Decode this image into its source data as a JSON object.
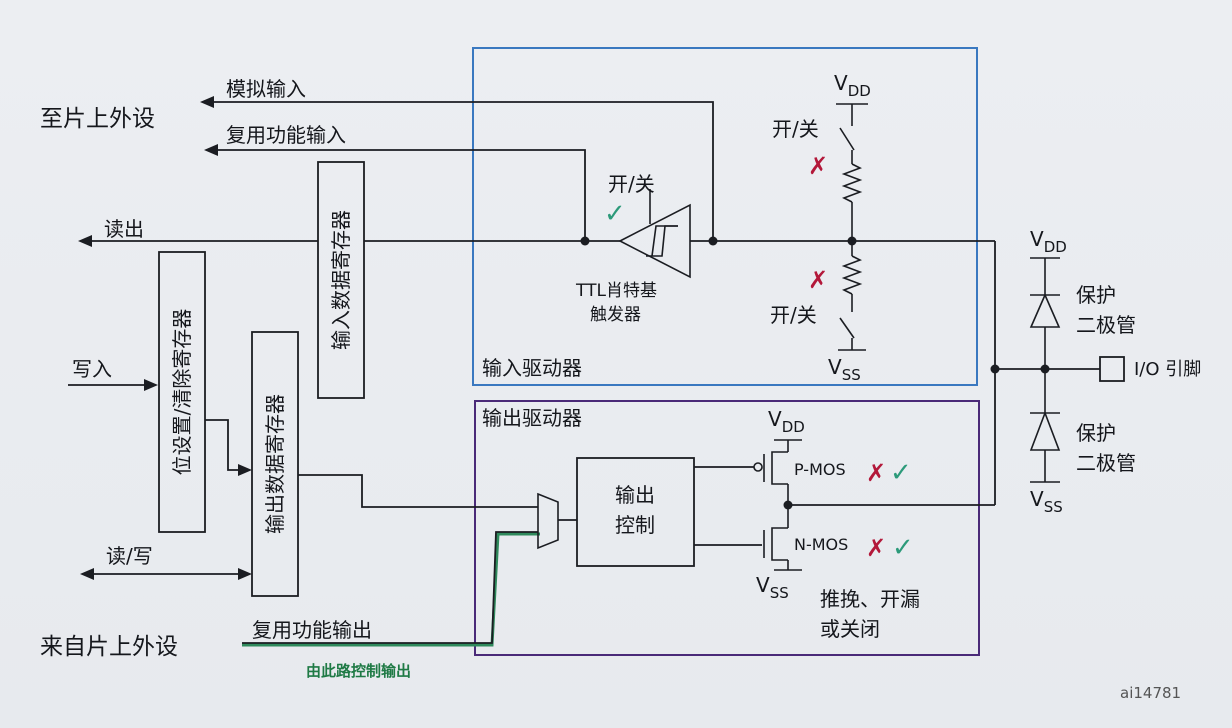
{
  "labels": {
    "to_peripheral": "至片上外设",
    "analog_input": "模拟输入",
    "alt_func_input": "复用功能输入",
    "read_out": "读出",
    "write_in": "写入",
    "read_write": "读/写",
    "from_peripheral": "来自片上外设",
    "alt_func_output": "复用功能输出",
    "green_note": "由此路控制输出",
    "input_data_register": "输入数据寄存器",
    "bit_set_reset_register": "位设置/清除寄存器",
    "output_data_register": "输出数据寄存器",
    "input_driver": "输入驱动器",
    "output_driver": "输出驱动器",
    "schmitt_line1": "TTL肖特基",
    "schmitt_line2": "触发器",
    "on_off": "开/关",
    "vdd_base": "V",
    "vdd_sub": "DD",
    "vss_base": "V",
    "vss_sub": "SS",
    "output_control_line1": "输出",
    "output_control_line2": "控制",
    "pmos": "P-MOS",
    "nmos": "N-MOS",
    "mode_line1": "推挽、开漏",
    "mode_line2": "或关闭",
    "protection_line1": "保护",
    "protection_line2": "二极管",
    "io_pin": "I/O 引脚",
    "figure_id": "ai14781"
  },
  "marks": {
    "cross": "✗",
    "check": "✓"
  },
  "colors": {
    "input_driver_border": "#3a78c0",
    "output_driver_border": "#4a2a78",
    "green_path": "#2f8a5c",
    "cross": "#b3183a",
    "check": "#2c9a7a"
  }
}
